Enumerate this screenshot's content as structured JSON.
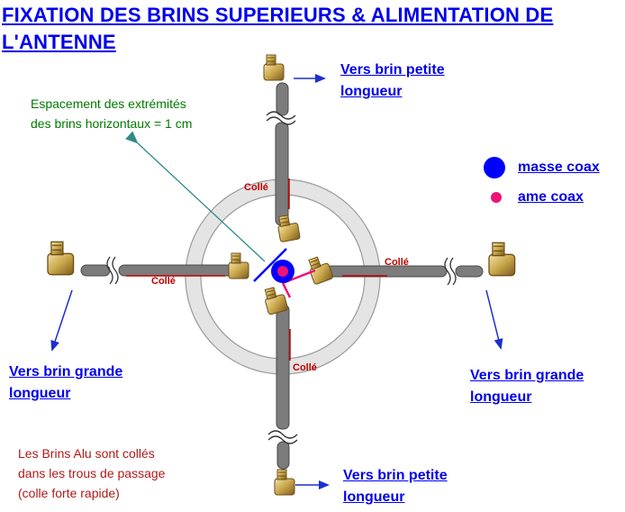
{
  "title": "FIXATION DES BRINS SUPERIEURS & ALIMENTATION DE L'ANTENNE",
  "labels": {
    "top_right": [
      "Vers brin petite",
      "longueur"
    ],
    "left": [
      "Vers brin grande",
      "longueur"
    ],
    "right": [
      "Vers brin grande",
      "longueur"
    ],
    "bottom_right": [
      "Vers brin petite",
      "longueur"
    ]
  },
  "legend": {
    "masse": "masse coax",
    "ame": "ame coax"
  },
  "spacing_note": [
    "Espacement des extrémités",
    "des brins horizontaux = 1 cm"
  ],
  "glue_note": [
    "Les Brins Alu sont collés",
    "dans les trous de passage",
    "(colle forte rapide)"
  ],
  "colle_label": "Collé",
  "colors": {
    "title_blue": "#0000ee",
    "masse_blue": "#0000ff",
    "ame_pink": "#ee1177",
    "green": "#007a00",
    "red": "#c00000"
  }
}
